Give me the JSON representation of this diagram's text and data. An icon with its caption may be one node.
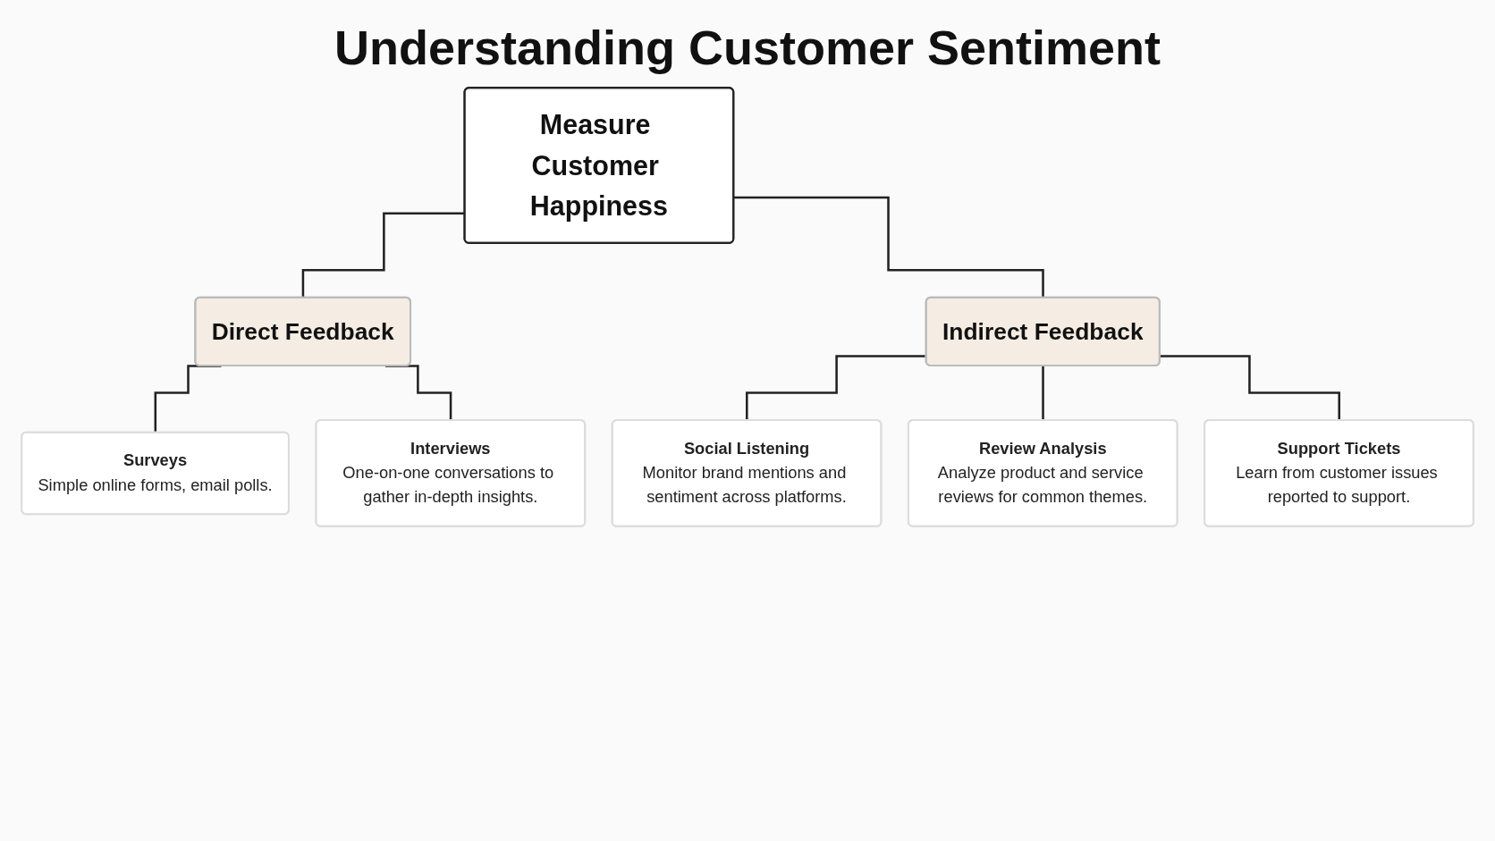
{
  "diagram": {
    "title": "Understanding Customer Sentiment",
    "nodes": [
      {
        "text": [
          "Measure Customer Happiness"
        ]
      },
      {
        "text": [
          "Direct Feedback"
        ]
      },
      {
        "text": [
          "Indirect Feedback"
        ]
      },
      {
        "text": [
          "Surveys",
          "Simple online forms, email polls."
        ]
      },
      {
        "text": [
          "Interviews",
          "One-on-one conversations to gather in-depth insights."
        ]
      },
      {
        "text": [
          "Social Listening",
          "Monitor brand mentions and sentiment across platforms."
        ]
      },
      {
        "text": [
          "Review Analysis",
          "Analyze product and service reviews for common themes."
        ]
      },
      {
        "text": [
          "Support Tickets",
          "Learn from customer issues reported to support."
        ]
      }
    ],
    "edges": [
      {
        "from": 0,
        "to": 1,
        "arrow": "none"
      },
      {
        "from": 0,
        "to": 2,
        "arrow": "none"
      },
      {
        "from": 1,
        "to": 3,
        "arrow": "none"
      },
      {
        "from": 1,
        "to": 4,
        "arrow": "none"
      },
      {
        "from": 2,
        "to": 5,
        "arrow": "none"
      },
      {
        "from": 2,
        "to": 6,
        "arrow": "none"
      },
      {
        "from": 2,
        "to": 7,
        "arrow": "none"
      }
    ]
  }
}
